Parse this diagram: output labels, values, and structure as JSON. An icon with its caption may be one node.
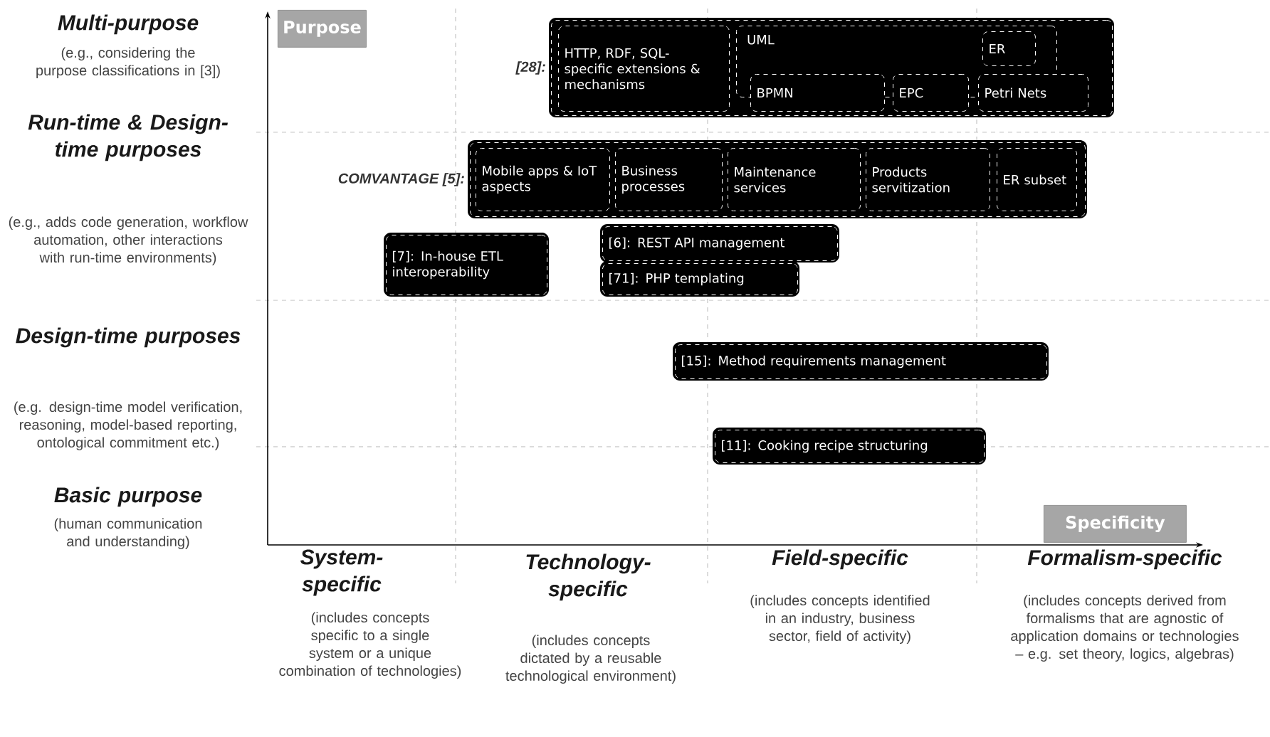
{
  "diagram": {
    "nodes": [
      {
        "text": [
          "[28]:"
        ]
      },
      {
        "text": [
          "HTTP, RDF, SQL-specific extensions & mechanisms"
        ],
        "in": 0
      },
      {
        "text": [
          "UML"
        ],
        "in": 0
      },
      {
        "text": [
          "ER"
        ],
        "in": 2
      },
      {
        "text": [
          "BPMN"
        ],
        "in": 0
      },
      {
        "text": [
          "EPC"
        ],
        "in": 0
      },
      {
        "text": [
          "Petri Nets"
        ],
        "in": 0
      },
      {
        "text": [
          "COMVANTAGE [5]:"
        ]
      },
      {
        "text": [
          "Mobile apps & IoT aspects"
        ],
        "in": 7
      },
      {
        "text": [
          "Business processes"
        ],
        "in": 7
      },
      {
        "text": [
          "Maintenance services"
        ],
        "in": 7
      },
      {
        "text": [
          "Products servitization"
        ],
        "in": 7
      },
      {
        "text": [
          "ER subset"
        ],
        "in": 7
      },
      {
        "text": [
          "[7]: In-house ETL interoperability"
        ]
      },
      {
        "text": [
          "[6]: REST API management"
        ]
      },
      {
        "text": [
          "[71]: PHP templating"
        ]
      },
      {
        "text": [
          "[15]: Method requirements management"
        ]
      },
      {
        "text": [
          "[11]: Cooking recipe structuring"
        ]
      }
    ],
    "labels": [
      "Purpose",
      "Multi-purpose",
      "(e.g., considering the purpose classifications in [3])",
      "Run-time & Design-time purposes",
      "(e.g., adds code generation, workflow automation, other interactions with run-time environments)",
      "Design-time purposes",
      "(e.g. design-time model verification, reasoning, model-based reporting, ontological commitment etc.)",
      "Basic purpose",
      "(human communication and understanding)",
      "Specificity",
      "System-specific",
      "(includes concepts specific to a single system or a unique combination of technologies)",
      "Technology-specific",
      "(includes concepts dictated by a reusable technological environment)",
      "Field-specific",
      "(includes concepts identified in an industry, business sector, field of activity)",
      "Formalism-specific",
      "(includes concepts derived from formalisms that are agnostic of application domains or technologies – e.g. set theory, logics, algebras)"
    ]
  }
}
